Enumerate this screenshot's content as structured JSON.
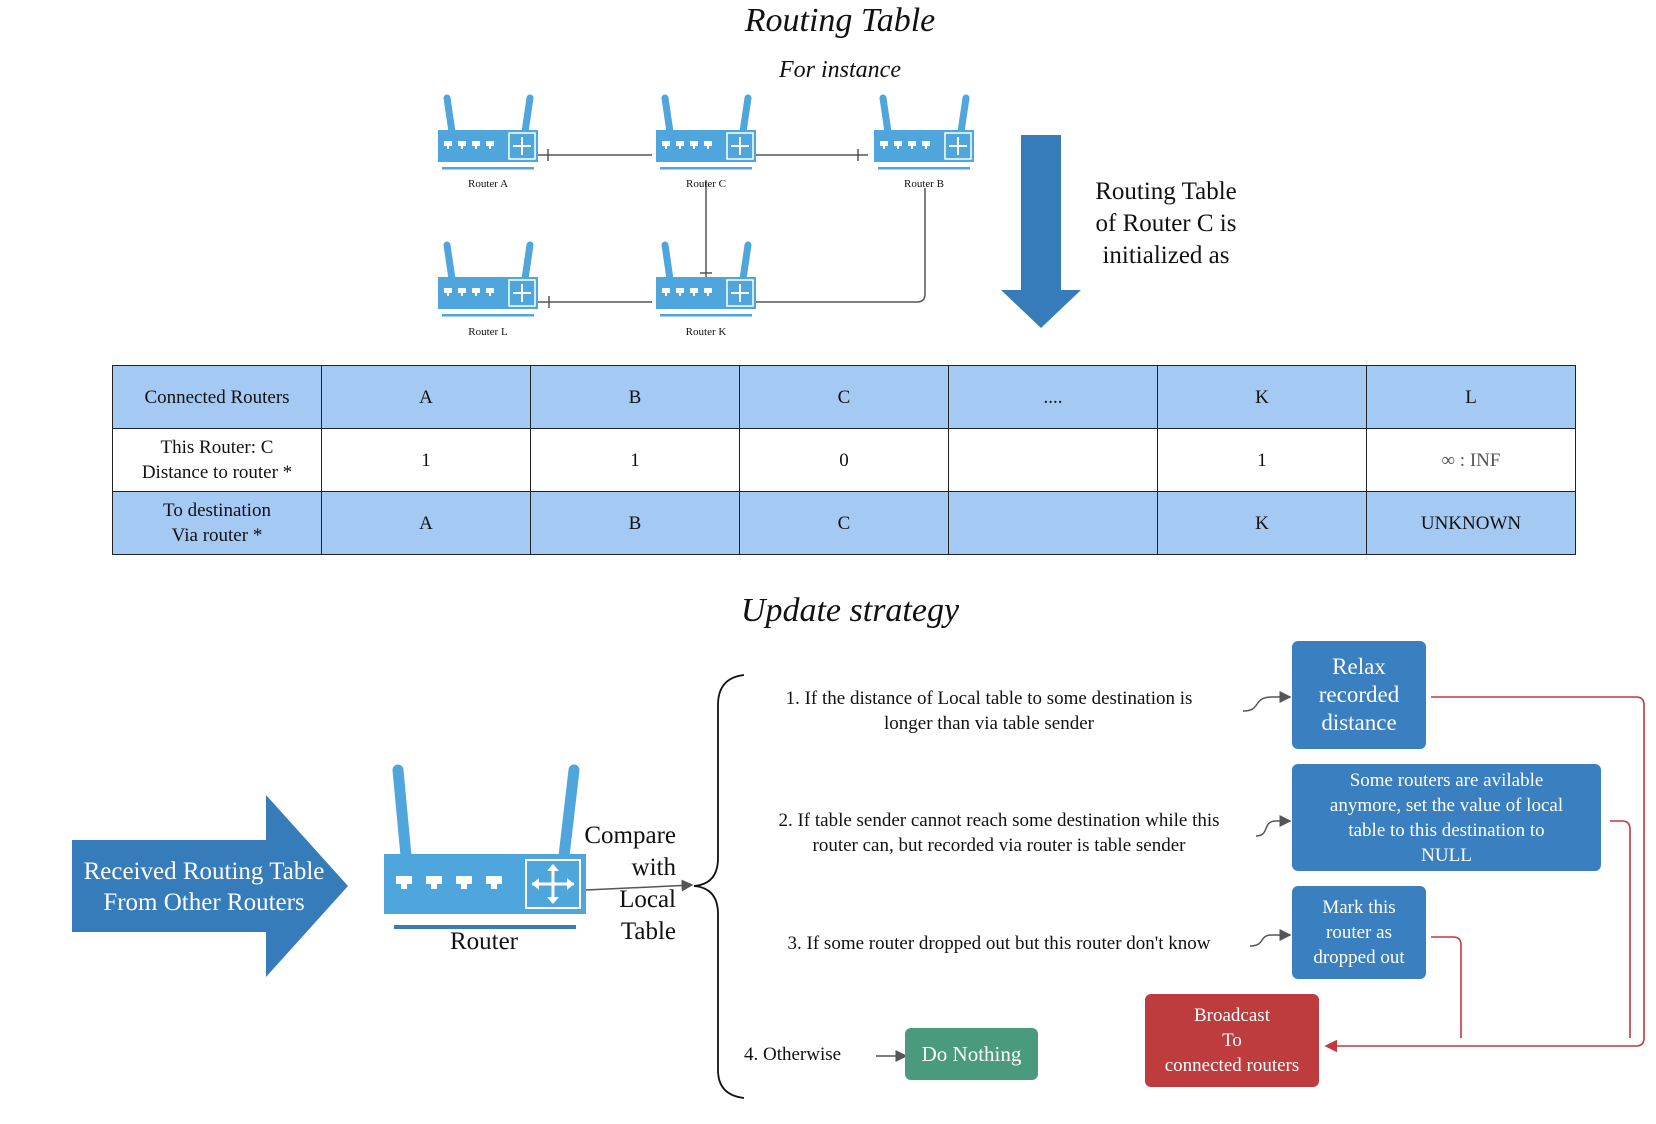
{
  "title": "Routing Table",
  "subtitle": "For instance",
  "routers": {
    "a": "Router A",
    "c": "Router C",
    "b": "Router B",
    "l": "Router L",
    "k": "Router K"
  },
  "init_note": [
    "Routing Table",
    "of Router C is",
    "initialized as"
  ],
  "table": {
    "header": [
      "Connected Routers",
      "A",
      "B",
      "C",
      "....",
      "K",
      "L"
    ],
    "distance_row_label": [
      "This Router: C",
      "Distance to router *"
    ],
    "distance": [
      "1",
      "1",
      "0",
      "",
      "1",
      "∞ : INF"
    ],
    "via_row_label": [
      "To destination",
      "Via router *"
    ],
    "via": [
      "A",
      "B",
      "C",
      "",
      "K",
      "UNKNOWN"
    ]
  },
  "update_title": "Update strategy",
  "received": [
    "Received Routing Table",
    "From Other Routers"
  ],
  "router_label": "Router",
  "compare": [
    "Compare",
    "with",
    "Local",
    "Table"
  ],
  "conditions": {
    "c1": [
      "1. If the distance of Local table to some destination is",
      "longer than via table sender"
    ],
    "c2": [
      "2. If table sender cannot reach some destination while this",
      "router can, but recorded via router is table sender"
    ],
    "c3": "3. If some router dropped out but this router don't know",
    "c4": "4. Otherwise"
  },
  "actions": {
    "relax": [
      "Relax",
      "recorded",
      "distance"
    ],
    "null_note": [
      "Some routers are avilable",
      "anymore, set the value of local",
      "table to this destination to",
      "NULL"
    ],
    "mark": [
      "Mark this",
      "router as",
      "dropped out"
    ],
    "broadcast": [
      "Broadcast",
      "To",
      "connected routers"
    ],
    "nothing": "Do Nothing"
  },
  "colors": {
    "router_blue": "#4fa6dc",
    "arrow_blue": "#367cba",
    "table_shade": "#a4c9f3",
    "action_blue": "#3a7fc0",
    "action_red": "#be3b3e",
    "action_green": "#4a9a7e",
    "red_line": "#c0393c"
  }
}
